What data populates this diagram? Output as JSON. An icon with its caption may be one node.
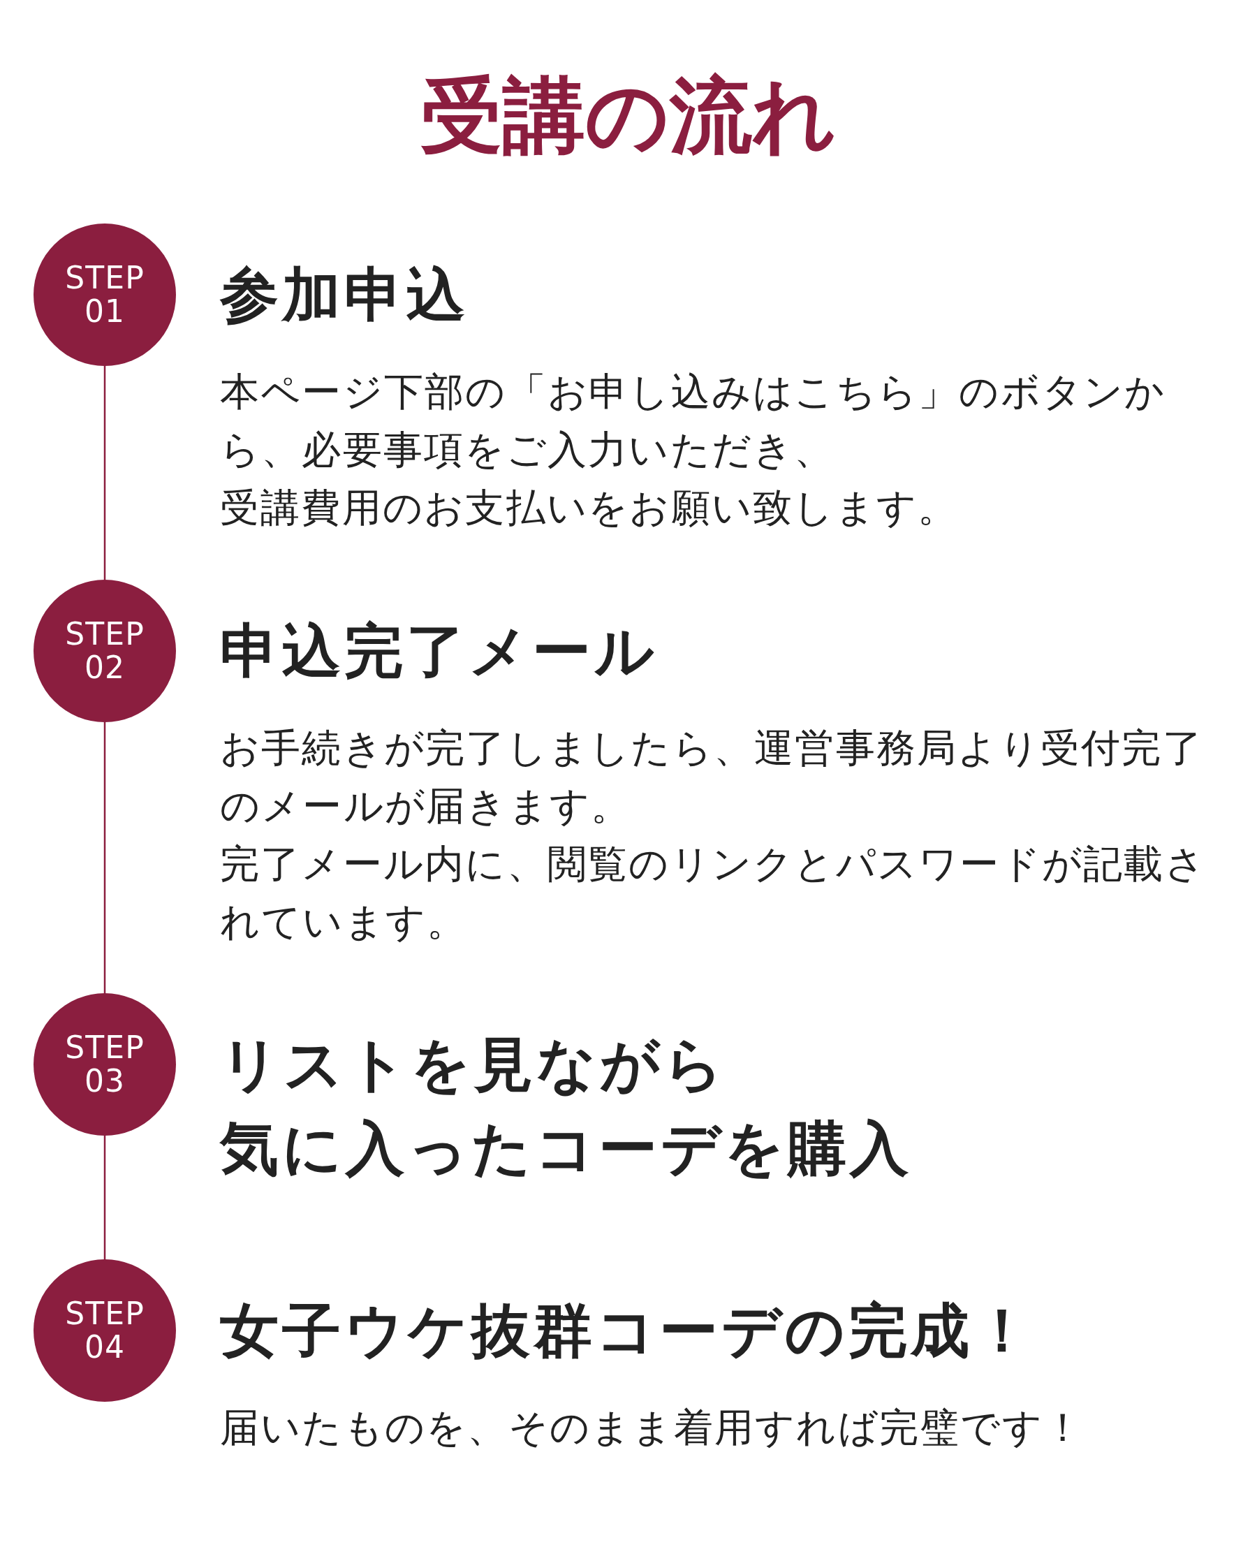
{
  "diagram": {
    "title": "受講の流れ",
    "nodes": [
      {
        "text": [
          "STEP",
          "01",
          "参加申込"
        ],
        "beside": [
          "本ページ下部の「お申し込みはこちら」のボタンから、必要事項をご入力いただき、",
          "受講費用のお支払いをお願い致します。"
        ]
      },
      {
        "text": [
          "STEP",
          "02",
          "申込完了メール"
        ],
        "beside": [
          "お手続きが完了しましたら、運営事務局より受付完了のメールが届きます。",
          "完了メール内に、閲覧のリンクとパスワードが記載されています。"
        ]
      },
      {
        "text": [
          "STEP",
          "03",
          "リストを見ながら",
          "気に入ったコーデを購入"
        ]
      },
      {
        "text": [
          "STEP",
          "04",
          "女子ウケ抜群コーデの完成！"
        ],
        "beside": [
          "届いたものを、そのまま着用すれば完璧です！"
        ]
      }
    ],
    "edges": [
      {
        "from": 0,
        "to": 1,
        "arrow": "none"
      },
      {
        "from": 1,
        "to": 2,
        "arrow": "none"
      },
      {
        "from": 2,
        "to": 3,
        "arrow": "none"
      }
    ]
  }
}
